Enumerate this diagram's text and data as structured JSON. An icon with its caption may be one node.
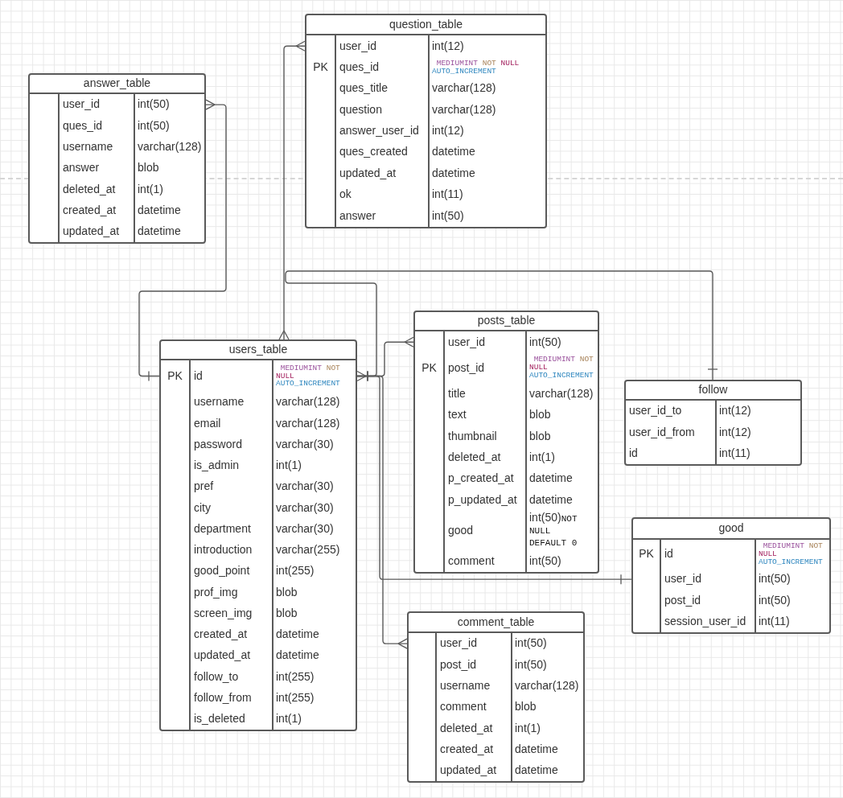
{
  "diagram": {
    "nodes": [
      {
        "text": [
          "question_table",
          "user_id",
          "int(12)",
          "PK",
          "ques_id",
          "MEDIUMINT NOT NULL AUTO_INCREMENT",
          "ques_title",
          "varchar(128)",
          "question",
          "varchar(128)",
          "answer_user_id",
          "int(12)",
          "ques_created",
          "datetime",
          "updated_at",
          "datetime",
          "ok",
          "int(11)",
          "answer",
          "int(50)"
        ]
      },
      {
        "text": [
          "answer_table",
          "user_id",
          "int(50)",
          "ques_id",
          "int(50)",
          "username",
          "varchar(128)",
          "answer",
          "blob",
          "deleted_at",
          "int(1)",
          "created_at",
          "datetime",
          "updated_at",
          "datetime"
        ]
      },
      {
        "text": [
          "users_table",
          "PK",
          "id",
          "MEDIUMINT NOT NULL AUTO_INCREMENT",
          "username",
          "varchar(128)",
          "email",
          "varchar(128)",
          "password",
          "varchar(30)",
          "is_admin",
          "int(1)",
          "pref",
          "varchar(30)",
          "city",
          "varchar(30)",
          "department",
          "varchar(30)",
          "introduction",
          "varchar(255)",
          "good_point",
          "int(255)",
          "prof_img",
          "blob",
          "screen_img",
          "blob",
          "created_at",
          "datetime",
          "updated_at",
          "datetime",
          "follow_to",
          "int(255)",
          "follow_from",
          "int(255)",
          "is_deleted",
          "int(1)"
        ]
      },
      {
        "text": [
          "posts_table",
          "user_id",
          "int(50)",
          "PK",
          "post_id",
          "MEDIUMINT NOT NULL AUTO_INCREMENT",
          "title",
          "varchar(128)",
          "text",
          "blob",
          "thumbnail",
          "blob",
          "deleted_at",
          "int(1)",
          "p_created_at",
          "datetime",
          "p_updated_at",
          "datetime",
          "good",
          "int(50)NOT NULL DEFAULT 0",
          "comment",
          "int(50)"
        ]
      },
      {
        "text": [
          "follow",
          "user_id_to",
          "int(12)",
          "user_id_from",
          "int(12)",
          "id",
          "int(11)"
        ]
      },
      {
        "text": [
          "good",
          "PK",
          "id",
          "MEDIUMINT NOT NULL AUTO_INCREMENT",
          "user_id",
          "int(50)",
          "post_id",
          "int(50)",
          "session_user_id",
          "int(11)"
        ]
      },
      {
        "text": [
          "comment_table",
          "user_id",
          "int(50)",
          "post_id",
          "int(50)",
          "username",
          "varchar(128)",
          "comment",
          "blob",
          "deleted_at",
          "int(1)",
          "created_at",
          "datetime",
          "updated_at",
          "datetime"
        ]
      }
    ],
    "edges": [
      {
        "from": 1,
        "to": 2,
        "arrow": "other"
      },
      {
        "from": 0,
        "to": 2,
        "arrow": "other"
      },
      {
        "from": 4,
        "to": 2,
        "arrow": "other"
      },
      {
        "from": 3,
        "to": 2,
        "arrow": "other"
      },
      {
        "from": 5,
        "to": 2,
        "arrow": "other"
      },
      {
        "from": 6,
        "to": 2,
        "arrow": "other"
      }
    ]
  }
}
